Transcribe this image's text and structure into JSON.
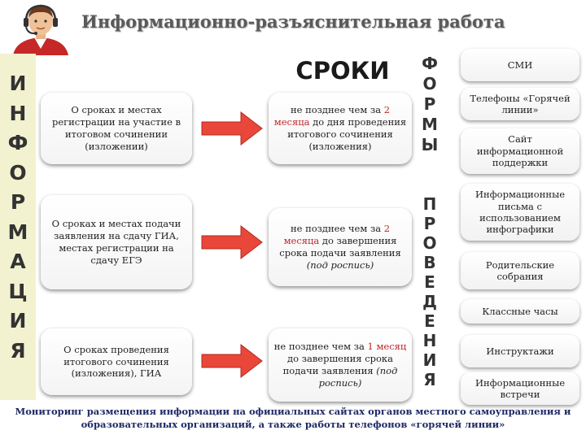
{
  "title": "Информационно-разъяснительная работа",
  "left_letters": [
    "И",
    "Н",
    "Ф",
    "О",
    "Р",
    "М",
    "А",
    "Ц",
    "И",
    "Я"
  ],
  "sroki_heading": "СРОКИ",
  "forms_letters": [
    "Ф",
    "О",
    "Р",
    "М",
    "Ы"
  ],
  "channels_letters": [
    "П",
    "Р",
    "О",
    "В",
    "Е",
    "Д",
    "Е",
    "Н",
    "И",
    "Я"
  ],
  "rows": [
    {
      "info": "О сроках и местах регистрации на участие в итоговом сочинении (изложении)",
      "deadline_pre": "не позднее чем за ",
      "deadline_red": "2 месяца",
      "deadline_post": " до дня проведения итогового сочинения (изложения)",
      "deadline_italic": ""
    },
    {
      "info": "О сроках и местах подачи заявления на сдачу ГИА, местах регистрации на сдачу ЕГЭ",
      "deadline_pre": "не позднее чем за ",
      "deadline_red": "2 месяца",
      "deadline_post": " до завершения срока подачи заявления",
      "deadline_italic": "(под роспись)"
    },
    {
      "info": "О сроках проведения итогового сочинения (изложения), ГИА",
      "deadline_pre": "не позднее чем за ",
      "deadline_red": "1 месяц",
      "deadline_post": " до завершения срока подачи заявления",
      "deadline_italic": "(под роспись)"
    }
  ],
  "forms": [
    "СМИ",
    "Телефоны «Горячей линии»",
    "Сайт информационной поддержки",
    "Информационные письма с использованием инфографики",
    "Родительские собрания",
    "Классные часы",
    "Инструктажи",
    "Информационные встречи"
  ],
  "footer": "Мониторинг размещения информации на официальных сайтах органов местного самоуправления и образовательных организаций, а также работы телефонов «горячей линии»",
  "colors": {
    "accent": "#c0272d",
    "arrow": "#e8473a",
    "footer": "#1f2a66",
    "sidebar": "#f2f2d0"
  }
}
